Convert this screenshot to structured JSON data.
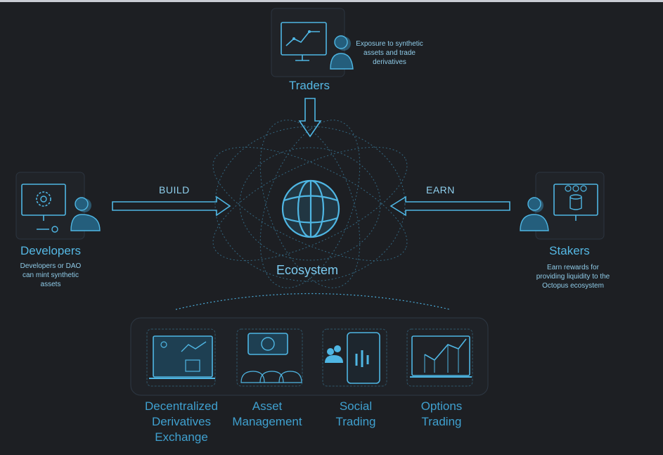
{
  "colors": {
    "background": "#1d1f23",
    "accent": "#55b8e4",
    "line": "#4aa9d6"
  },
  "traders": {
    "title": "Traders",
    "description": "Exposure to synthetic assets and trade derivatives",
    "icon": "trader-monitor-icon"
  },
  "developers": {
    "title": "Developers",
    "description": "Developers or DAO can mint synthetic assets",
    "icon": "developer-gear-icon"
  },
  "stakers": {
    "title": "Stakers",
    "description": "Earn rewards for providing liquidity to the Octopus ecosystem",
    "icon": "staker-coins-icon"
  },
  "arrows": {
    "build": "BUILD",
    "earn": "EARN"
  },
  "ecosystem": {
    "label": "Ecosystem",
    "icon": "globe-icon"
  },
  "modules": [
    {
      "label": "Decentralized\nDerivatives\nExchange",
      "icon": "exchange-monitor-icon"
    },
    {
      "label": "Asset\nManagement",
      "icon": "money-bags-icon"
    },
    {
      "label": "Social\nTrading",
      "icon": "social-phone-icon"
    },
    {
      "label": "Options\nTrading",
      "icon": "call-put-chart-icon"
    }
  ]
}
